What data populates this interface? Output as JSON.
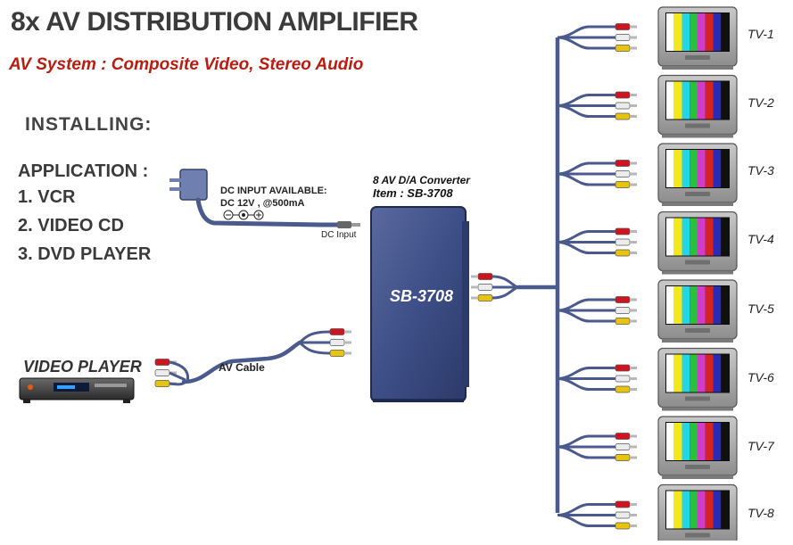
{
  "title": "8x AV DISTRIBUTION AMPLIFIER",
  "subtitle": "AV System : Composite Video, Stereo Audio",
  "installing": "INSTALLING:",
  "application": {
    "header": "APPLICATION :",
    "items": [
      "1. VCR",
      "2. VIDEO CD",
      "3. DVD PLAYER"
    ]
  },
  "adapter": {
    "line1": "DC INPUT AVAILABLE:",
    "line2": "DC 12V , @500mA",
    "port_label": "DC Input"
  },
  "converter": {
    "heading1": "8 AV D/A Converter",
    "heading2": "Item : SB-3708",
    "body_label": "SB-3708"
  },
  "cable_label": "AV Cable",
  "source_label": "VIDEO PLAYER",
  "tvs": [
    "TV-1",
    "TV-2",
    "TV-3",
    "TV-4",
    "TV-5",
    "TV-6",
    "TV-7",
    "TV-8"
  ],
  "colors": {
    "title": "#3b3b3b",
    "subtitle": "#b81d12",
    "cable": "#4a5a8c",
    "device_body": "#3d4f86",
    "plug_red": "#d0141e",
    "plug_white": "#ececec",
    "plug_yellow": "#e8c40c"
  },
  "color_bars": [
    "#ffffff",
    "#f4e81a",
    "#26d4e8",
    "#2cbf3c",
    "#d23cc8",
    "#d8231c",
    "#2a2ab8",
    "#101010"
  ]
}
